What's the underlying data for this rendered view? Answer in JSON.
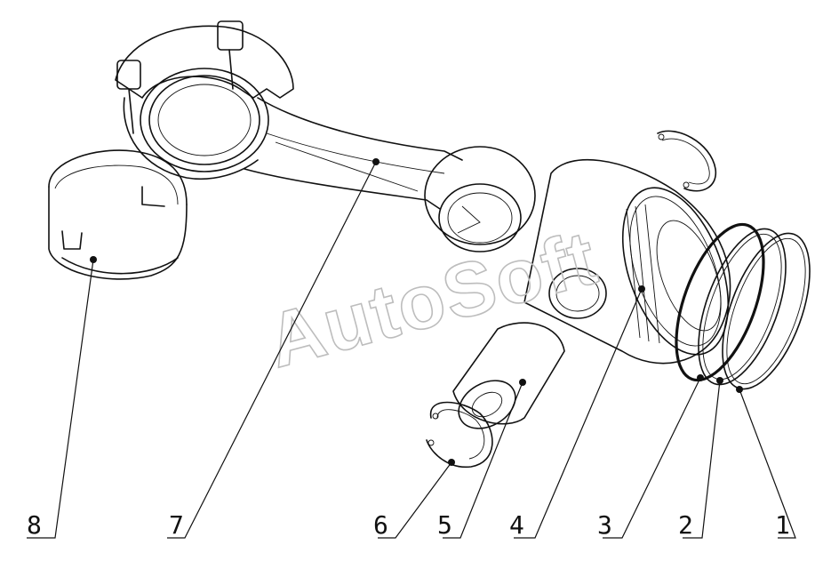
{
  "diagram": {
    "watermark": "AutoSoft",
    "callouts": [
      {
        "id": "1",
        "label": "1"
      },
      {
        "id": "2",
        "label": "2"
      },
      {
        "id": "3",
        "label": "3"
      },
      {
        "id": "4",
        "label": "4"
      },
      {
        "id": "5",
        "label": "5"
      },
      {
        "id": "6",
        "label": "6"
      },
      {
        "id": "7",
        "label": "7"
      },
      {
        "id": "8",
        "label": "8"
      }
    ]
  }
}
